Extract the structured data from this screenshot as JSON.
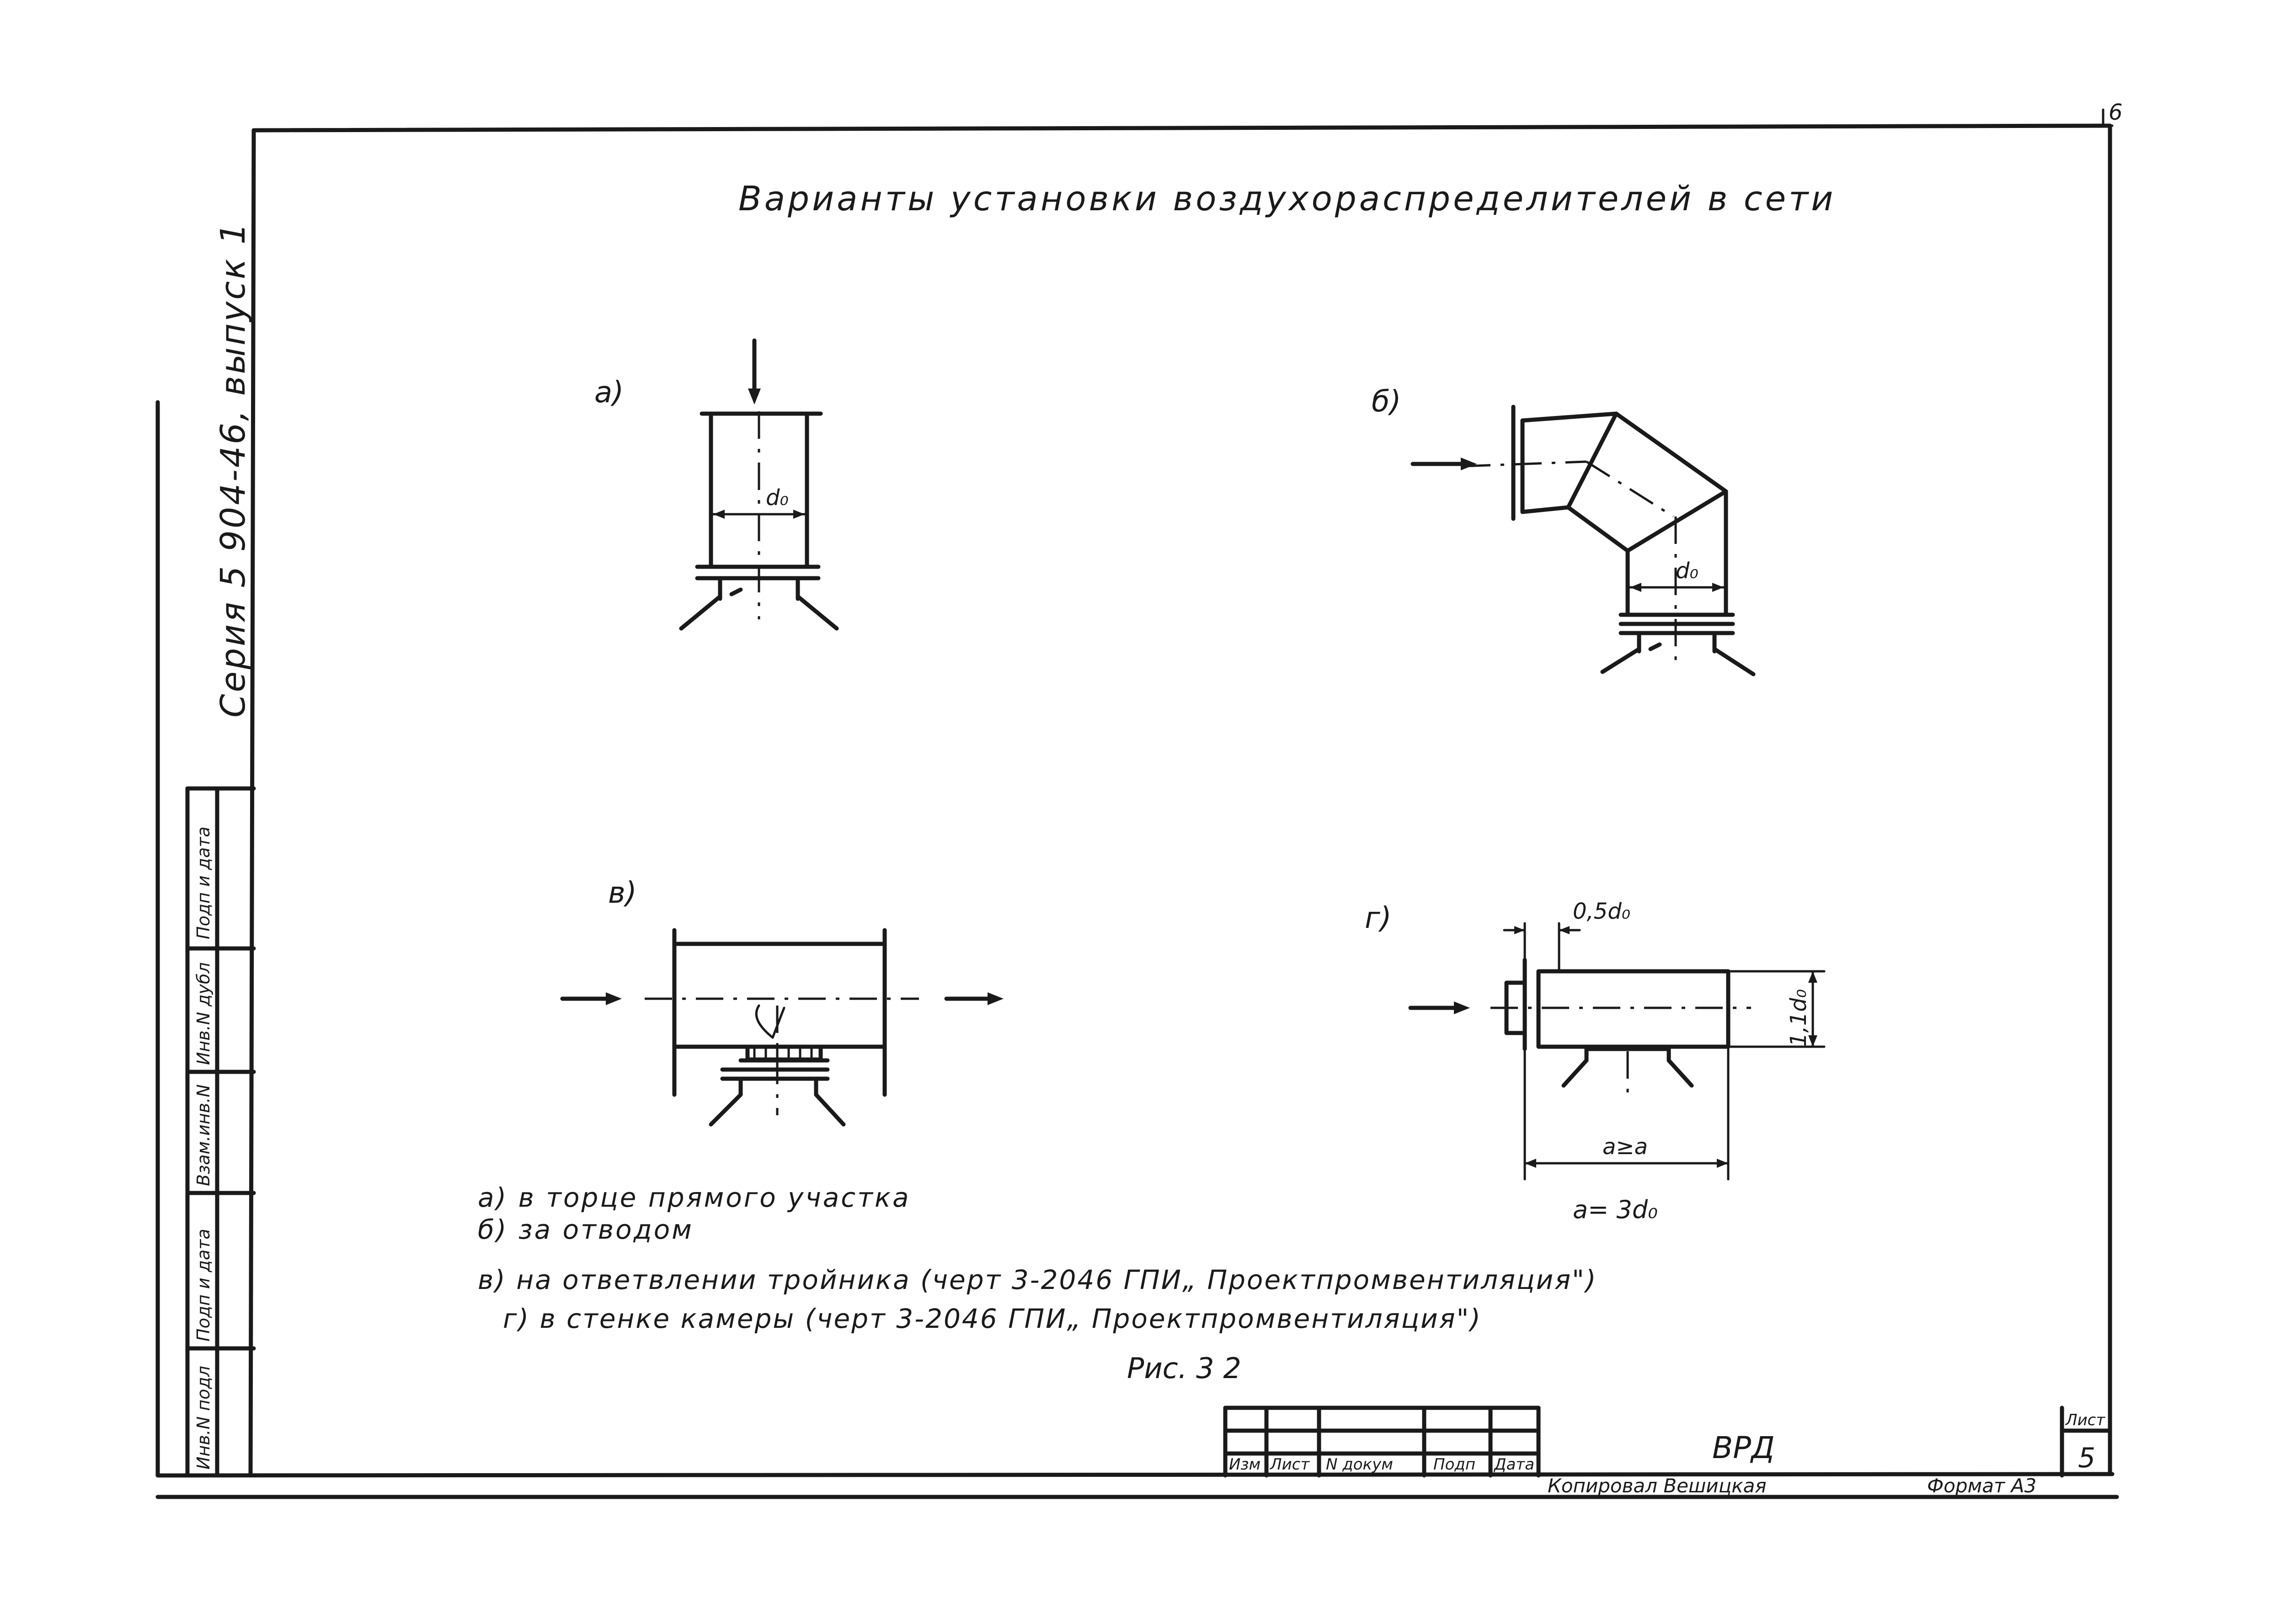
{
  "sheet_corner_mark": "6",
  "title": "Варианты установки воздухораспределителей в сети",
  "side_series": "Серия 5 904-46, выпуск 1",
  "side_stamp": {
    "cells": [
      "Подп и дата",
      "Инв.N дубл",
      "Взам.инв.N",
      "Подп и дата",
      "Инв.N подл"
    ]
  },
  "figures": {
    "a": {
      "label": "а)",
      "dim": "d₀"
    },
    "b": {
      "label": "б)",
      "dim": "d₀"
    },
    "v": {
      "label": "в)"
    },
    "g": {
      "label": "г)",
      "dim_top": "0,5d₀",
      "dim_side": "1,1d₀",
      "dim_bottom": "a≥a",
      "formula": "a= 3d₀"
    }
  },
  "legend": [
    "а) в торце прямого участка",
    "б) за отводом",
    "в) на ответвлении тройника (черт 3-2046 ГПИ„ Проектпромвентиляция\")",
    "г) в стенке камеры (черт 3-2046 ГПИ„ Проектпромвентиляция\")"
  ],
  "caption": "Рис. 3 2",
  "title_block": {
    "columns": [
      "Изм",
      "Лист",
      "N докум",
      "Подп",
      "Дата"
    ],
    "designation": "ВРД",
    "sheet_label": "Лист",
    "sheet_number": "5",
    "copied": "Копировал Вешицкая",
    "format": "Формат А3"
  }
}
